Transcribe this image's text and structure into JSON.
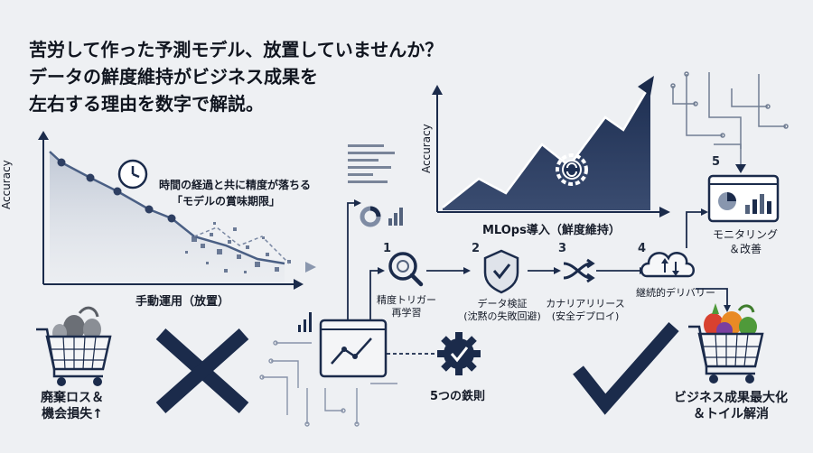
{
  "headline": {
    "line1": "苦労して作った予測モデル、放置していませんか？",
    "line2": "データの鮮度維持がビジネス成果を",
    "line3": "左右する理由を数字で解説。"
  },
  "left_chart": {
    "ylabel": "Accuracy",
    "xlabel": "手動運用（放置）",
    "annotation_line1": "時間の経過と共に精度が落ちる",
    "annotation_line2": "「モデルの賞味期限」"
  },
  "right_chart": {
    "ylabel": "Accuracy",
    "xlabel": "MLOps導入（鮮度維持）"
  },
  "steps": [
    {
      "num": "1",
      "label_line1": "精度トリガー",
      "label_line2": "再学習"
    },
    {
      "num": "2",
      "label_line1": "データ検証",
      "label_line2": "(沈黙の失敗回避)"
    },
    {
      "num": "3",
      "label_line1": "カナリアリリース",
      "label_line2": "(安全デプロイ)"
    },
    {
      "num": "4",
      "label_line1": "継続的デリバリー",
      "label_line2": ""
    },
    {
      "num": "5",
      "label_line1": "モニタリング",
      "label_line2": "＆改善"
    }
  ],
  "center_label": "5つの鉄則",
  "loss_label_line1": "廃棄ロス＆",
  "loss_label_line2": "機会損失↑",
  "gain_label_line1": "ビジネス成果最大化",
  "gain_label_line2": "＆トイル解消",
  "colors": {
    "navy": "#1b2b4b",
    "steel": "#5b6e8c",
    "background": "#eef0f3",
    "veg_red": "#d8412f",
    "veg_green": "#4f9a3a",
    "veg_orange": "#e98a25"
  }
}
